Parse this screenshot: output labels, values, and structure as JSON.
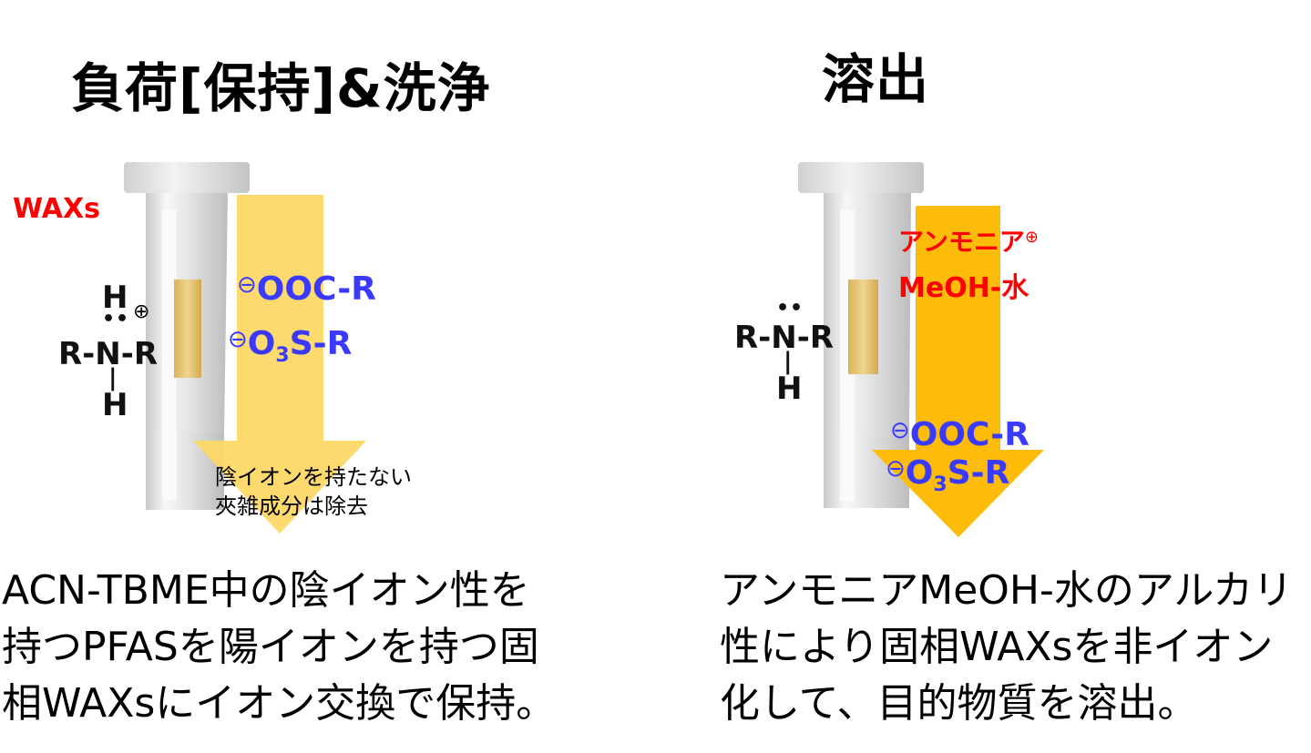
{
  "left": {
    "title": "負荷[保持]&洗浄",
    "resin_label": "WAXs",
    "amine": {
      "top": "H",
      "plus": "⊕",
      "dots": "••",
      "row": "R-N-R",
      "bottom_bond": "|",
      "bottom": "H"
    },
    "analyte_1": {
      "charge": "⊖",
      "text": "OOC-R"
    },
    "analyte_2": {
      "charge": "⊖",
      "pre": "O",
      "sub": "3",
      "post": "S-R"
    },
    "arrow_note_lines": [
      "陰イオンを持たない",
      "夾雑成分は除去"
    ],
    "description_lines": [
      "ACN-TBME中の陰イオン性を",
      "持つPFASを陽イオンを持つ固",
      "相WAXsにイオン交換で保持。"
    ]
  },
  "right": {
    "title": "溶出",
    "eluent_line1": "アンモニア",
    "eluent_plus": "⊕",
    "eluent_line2": "MeOH-水",
    "amine": {
      "dots": "••",
      "row": "R-N-R",
      "bottom_bond": "|",
      "bottom": "H"
    },
    "analyte_1": {
      "charge": "⊖",
      "text": "OOC-R"
    },
    "analyte_2": {
      "charge": "⊖",
      "pre": "O",
      "sub": "3",
      "post": "S-R"
    },
    "description_lines": [
      "アンモニアMeOH-水のアルカリ",
      "性により固相WAXsを非イオン",
      "化して、目的物質を溶出。"
    ]
  },
  "colors": {
    "arrow_light": "#fdd866",
    "arrow_dark": "#fdbb0a",
    "sorbent": "#e8c877",
    "cartridge": "#e4e4e4",
    "analyte_blue": "#3a3aff",
    "label_red": "#ff0000"
  }
}
